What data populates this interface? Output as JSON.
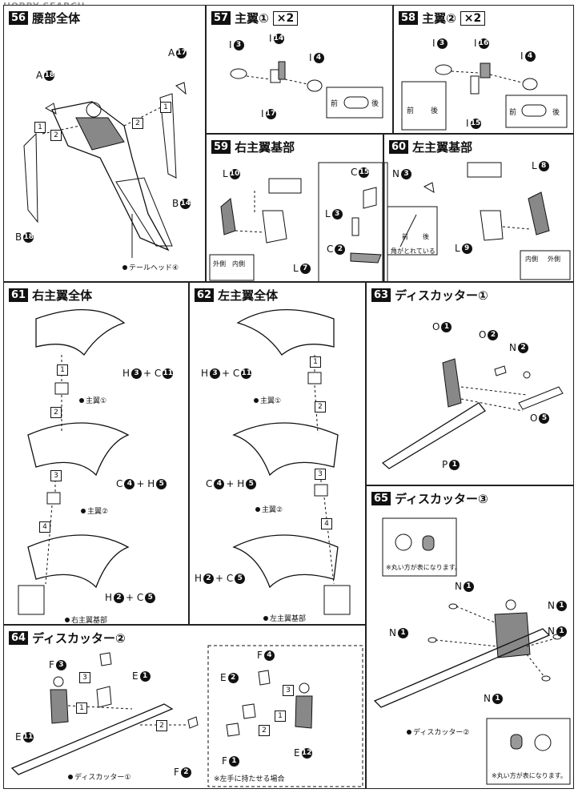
{
  "watermark": "HOBBY SEARCH",
  "panels": {
    "p56": {
      "num": "56",
      "title": "腰部全体",
      "labels": {
        "a1": "A",
        "a1n": "18",
        "a2": "A",
        "a2n": "17",
        "b1": "B",
        "b1n": "18",
        "b2": "B",
        "b2n": "14"
      },
      "steps": [
        "1",
        "2",
        "2",
        "1"
      ],
      "note": "テールヘッド④"
    },
    "p57": {
      "num": "57",
      "title": "主翼①",
      "x2": "×2",
      "labels": {
        "i3": "I",
        "i3n": "3",
        "i14": "I",
        "i14n": "14",
        "i4": "I",
        "i4n": "4",
        "i17": "I",
        "i17n": "17"
      },
      "front": "前",
      "back": "後"
    },
    "p58": {
      "num": "58",
      "title": "主翼②",
      "x2": "×2",
      "labels": {
        "i3": "I",
        "i3n": "3",
        "i16": "I",
        "i16n": "16",
        "i4": "I",
        "i4n": "4",
        "i15": "I",
        "i15n": "15"
      },
      "front": "前",
      "back": "後",
      "front2": "前",
      "back2": "後"
    },
    "p59": {
      "num": "59",
      "title": "右主翼基部",
      "labels": {
        "l10": "L",
        "l10n": "10",
        "l7": "L",
        "l7n": "7",
        "c15": "C",
        "c15n": "15",
        "l3": "L",
        "l3n": "3",
        "c2": "C",
        "c2n": "2"
      },
      "outer": "外側",
      "inner": "内側"
    },
    "p60": {
      "num": "60",
      "title": "左主翼基部",
      "labels": {
        "n3": "N",
        "n3n": "3",
        "l8": "L",
        "l8n": "8",
        "l9": "L",
        "l9n": "9"
      },
      "front": "前",
      "back": "後",
      "corner": "角がとれている",
      "inner": "内側",
      "outer": "外側"
    },
    "p61": {
      "num": "61",
      "title": "右主翼全体",
      "steps": [
        "1",
        "2",
        "3",
        "4"
      ],
      "labels": {
        "hc1": "H",
        "hc1a": "3",
        "plus1": "+ C",
        "hc1b": "11",
        "hc2": "C",
        "hc2a": "4",
        "plus2": "+ H",
        "hc2b": "5",
        "hc3": "H",
        "hc3a": "2",
        "plus3": "+ C",
        "hc3b": "5"
      },
      "notes": [
        "主翼①",
        "主翼②",
        "右主翼基部"
      ]
    },
    "p62": {
      "num": "62",
      "title": "左主翼全体",
      "steps": [
        "1",
        "2",
        "3",
        "4"
      ],
      "labels": {
        "hc1": "H",
        "hc1a": "3",
        "plus1": "+ C",
        "hc1b": "11",
        "hc2": "C",
        "hc2a": "4",
        "plus2": "+ H",
        "hc2b": "5",
        "hc3": "H",
        "hc3a": "2",
        "plus3": "+ C",
        "hc3b": "5"
      },
      "notes": [
        "主翼①",
        "主翼②",
        "左主翼基部"
      ]
    },
    "p63": {
      "num": "63",
      "title": "ディスカッター①",
      "labels": {
        "o1": "O",
        "o1n": "1",
        "o2": "O",
        "o2n": "2",
        "n2": "N",
        "n2n": "2",
        "o5": "O",
        "o5n": "5",
        "p1": "P",
        "p1n": "1"
      }
    },
    "p64": {
      "num": "64",
      "title": "ディスカッター②",
      "labels": {
        "f3": "F",
        "f3n": "3",
        "e1": "E",
        "e1n": "1",
        "e11": "E",
        "e11n": "11",
        "f2": "F",
        "f2n": "2",
        "f4": "F",
        "f4n": "4",
        "e2": "E",
        "e2n": "2",
        "f1": "F",
        "f1n": "1",
        "e12": "E",
        "e12n": "12"
      },
      "steps": [
        "3",
        "1",
        "2",
        "3",
        "1",
        "2"
      ],
      "note": "ディスカッター①",
      "leftnote": "※左手に持たせる場合"
    },
    "p65": {
      "num": "65",
      "title": "ディスカッター③",
      "labels": {
        "n1a": "N",
        "n1b": "N",
        "n1c": "N",
        "n1d": "N",
        "n1e": "N",
        "n": "1"
      },
      "roundnote": "※丸い方が表になります。",
      "roundnote2": "※丸い方が表になります。",
      "note": "ディスカッター②"
    }
  }
}
